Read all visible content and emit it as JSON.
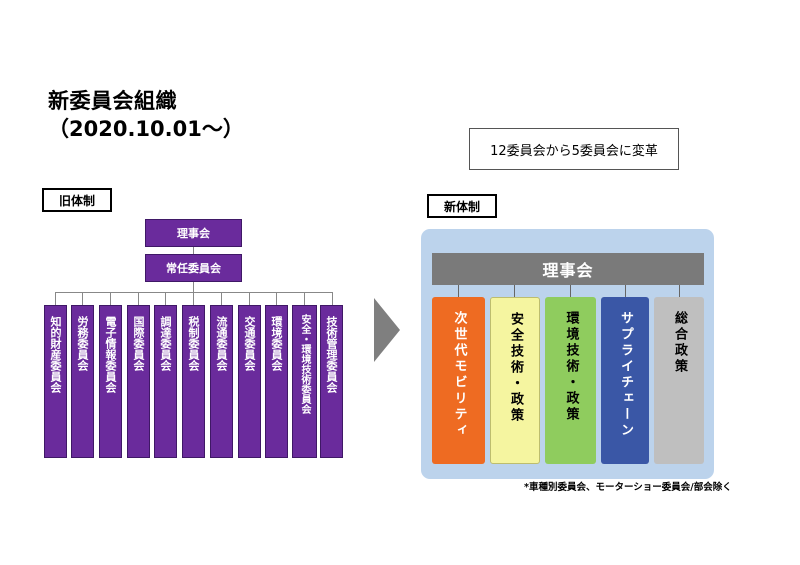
{
  "header": {
    "title": "新委員会組織",
    "subtitle": "（2020.10.01～）"
  },
  "note": "12委員会から5委員会に変革",
  "old_structure": {
    "tag": "旧体制",
    "top": "理事会",
    "second": "常任委員会",
    "committees": [
      "知的財産委員会",
      "労務委員会",
      "電子情報委員会",
      "国際委員会",
      "調達委員会",
      "税制委員会",
      "流通委員会",
      "交通委員会",
      "環境委員会",
      "安全・環境技術委員会",
      "技術管理委員会"
    ]
  },
  "new_structure": {
    "tag": "新体制",
    "board": "理事会",
    "committees": [
      {
        "label": "次世代モビリティ",
        "color": "#ee6b22"
      },
      {
        "label": "安全技術・政策",
        "color": "#f5f5a0"
      },
      {
        "label": "環境技術・政策",
        "color": "#8fcc5e"
      },
      {
        "label": "サプライチェーン",
        "color": "#3a57a6"
      },
      {
        "label": "総合政策",
        "color": "#bfbfbf"
      }
    ]
  },
  "footnote": "*車種別委員会、モーターショー委員会/部会除く",
  "colors": {
    "old_box": "#6a2b9c",
    "panel": "#bcd3ec",
    "board": "#7a7a7a",
    "arrow": "#7f7f7f"
  }
}
